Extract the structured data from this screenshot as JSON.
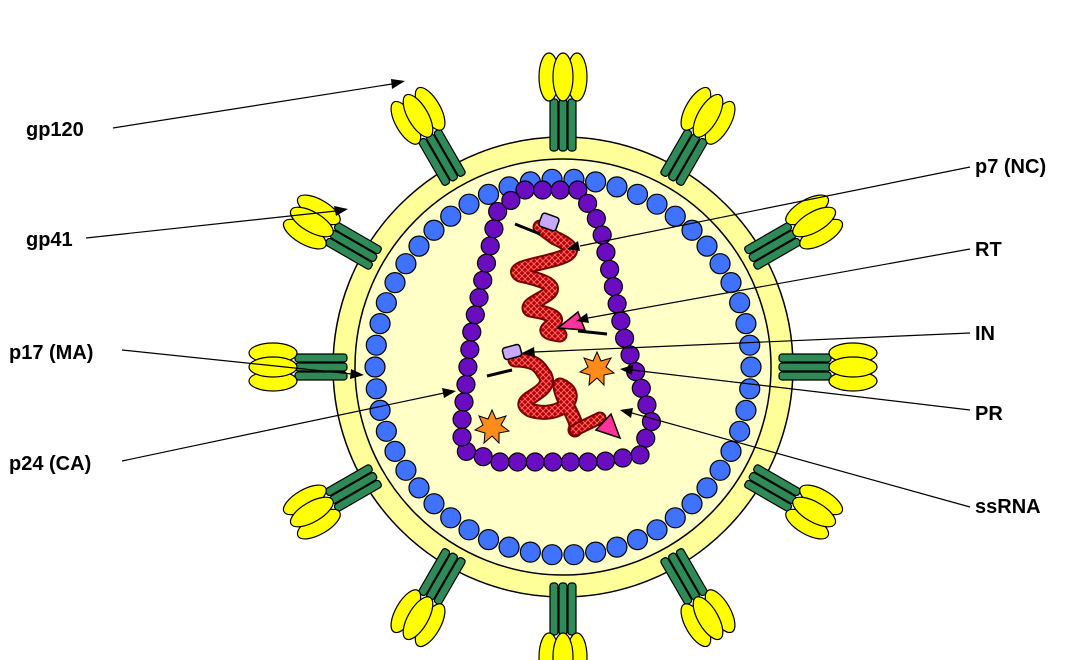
{
  "labels": {
    "gp120": "gp120",
    "gp41": "gp41",
    "p17": "p17 (MA)",
    "p24": "p24 (CA)",
    "p7": "p7 (NC)",
    "rt": "RT",
    "in": "IN",
    "pr": "PR",
    "ssrna": "ssRNA"
  },
  "colors": {
    "envelope": "#ffffc0",
    "membrane": "#ffff99",
    "matrix_ball": "#3f72ff",
    "capsid_ball": "#6a0dc1",
    "gp120": "#ffff00",
    "gp41": "#2e8b57",
    "rna": "#cc0000",
    "protease": "#ff8c1a",
    "rt": "#ff3399",
    "integrase": "#c8a8ff"
  },
  "icons": {
    "spike": "glycoprotein-spike-icon",
    "protease": "protease-star-icon",
    "rt": "reverse-transcriptase-triangle-icon",
    "integrase": "integrase-capsule-icon"
  }
}
